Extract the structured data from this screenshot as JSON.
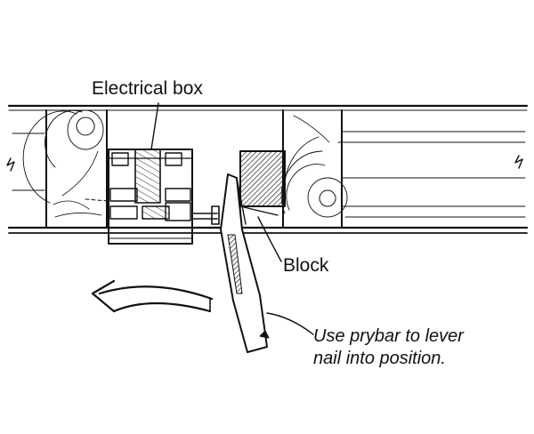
{
  "labels": {
    "electrical_box": "Electrical box",
    "block": "Block",
    "note_line1": "Use prybar to lever",
    "note_line2": "nail into position."
  },
  "colors": {
    "ink": "#111111",
    "paper": "#ffffff"
  }
}
